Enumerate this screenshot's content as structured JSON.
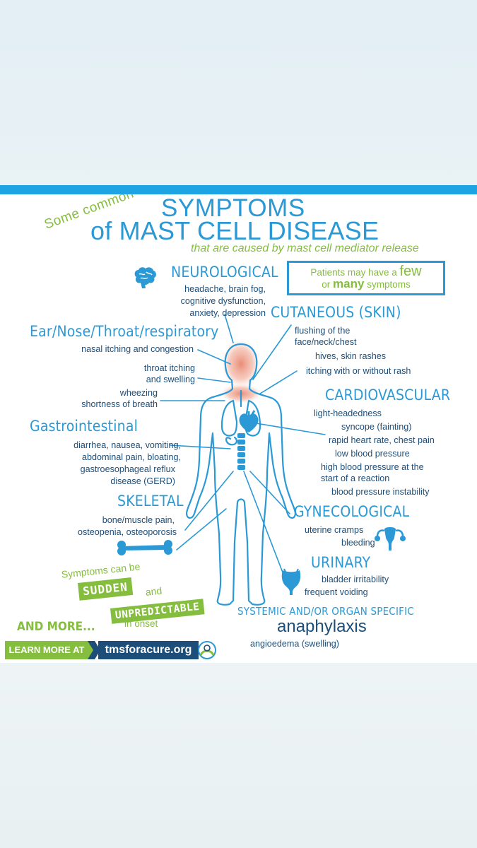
{
  "title": {
    "intro": "Some common",
    "main1": "SYMPTOMS",
    "main2": "of MAST CELL DISEASE",
    "subtitle": "that are caused by mast cell mediator release"
  },
  "callout": {
    "line1a": "Patients may have a ",
    "line1b": "few",
    "line2a": "or ",
    "line2b": "many",
    "line2c": " symptoms"
  },
  "sections": {
    "neurological": {
      "heading": "NEUROLOGICAL",
      "lines": [
        "headache, brain fog,",
        "cognitive dysfunction,",
        "anxiety, depression"
      ]
    },
    "ent": {
      "heading": "Ear/Nose/Throat/respiratory",
      "item1": "nasal itching and congestion",
      "item2a": "throat itching",
      "item2b": "and swelling",
      "item3a": "wheezing",
      "item3b": "shortness of breath"
    },
    "gastro": {
      "heading": "Gastrointestinal",
      "lines": [
        "diarrhea, nausea, vomiting,",
        "abdominal pain, bloating,",
        "gastroesophageal reflux",
        "disease (GERD)"
      ]
    },
    "skeletal": {
      "heading": "SKELETAL",
      "lines": [
        "bone/muscle pain,",
        "osteopenia, osteoporosis"
      ]
    },
    "cutaneous": {
      "heading": "CUTANEOUS (SKIN)",
      "item1a": "flushing of the",
      "item1b": "face/neck/chest",
      "item2": "hives, skin rashes",
      "item3": "itching with or without rash"
    },
    "cardio": {
      "heading": "CARDIOVASCULAR",
      "item1": "light-headedness",
      "item2": "syncope (fainting)",
      "item3": "rapid heart rate, chest pain",
      "item4": "low blood pressure",
      "item5a": "high blood pressure at the",
      "item5b": "start of a reaction",
      "item6": "blood pressure instability"
    },
    "gyneco": {
      "heading": "GYNECOLOGICAL",
      "item1": "uterine cramps",
      "item2": "bleeding"
    },
    "urinary": {
      "heading": "URINARY",
      "item1": "bladder irritability",
      "item2": "frequent voiding"
    },
    "systemic": {
      "heading": "SYSTEMIC AND/OR ORGAN SPECIFIC",
      "big": "anaphylaxis",
      "item1": "angioedema (swelling)"
    }
  },
  "onset": {
    "line1": "Symptoms can be",
    "sudden": "SUDDEN",
    "and": "and",
    "unpredictable": "UNPREDICTABLE",
    "tail": "in onset"
  },
  "footer": {
    "and_more": "AND MORE...",
    "learn_more": "LEARN MORE AT",
    "url": "tmsforacure.org"
  },
  "colors": {
    "blue": "#2a99d6",
    "navy": "#1d4e79",
    "green": "#85bd3f",
    "topbar": "#1ea4e4"
  },
  "icons": [
    "brain-icon",
    "bone-icon",
    "uterus-icon",
    "bladder-icon",
    "body-outline-icon",
    "heart-icon",
    "logo-icon"
  ]
}
